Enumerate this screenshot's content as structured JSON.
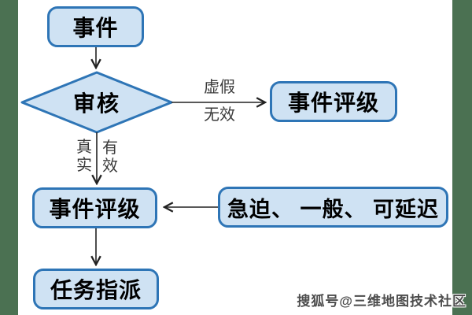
{
  "diagram": {
    "title": "event-review-flowchart",
    "nodes": {
      "event": {
        "label": "事件"
      },
      "review": {
        "label": "审核"
      },
      "rating_right": {
        "label": "事件评级"
      },
      "rating_left": {
        "label": "事件评级"
      },
      "priority": {
        "label": "急迫、 一般、 可延迟"
      },
      "task": {
        "label": "任务指派"
      }
    },
    "edge_labels": {
      "fake": "虚假",
      "invalid": "无效",
      "genuine": "真实",
      "valid": "有效"
    },
    "colors": {
      "node_fill": "#cfe2f3",
      "node_border": "#2e75b6",
      "line": "#222222",
      "label_text": "#3a3a3a",
      "side_strip": "#4b7152",
      "background": "#ffffff"
    },
    "watermark": "搜狐号@三维地图技术社区"
  }
}
